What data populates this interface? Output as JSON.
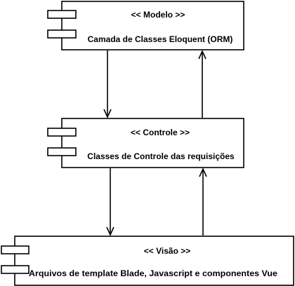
{
  "components": [
    {
      "id": "modelo",
      "stereotype": "<< Modelo >>",
      "description": "Camada de Classes Eloquent (ORM)"
    },
    {
      "id": "controle",
      "stereotype": "<< Controle >>",
      "description": "Classes de Controle das requisições"
    },
    {
      "id": "visao",
      "stereotype": "<< Visão >>",
      "description": "Arquivos de template Blade, Javascript e componentes Vue"
    }
  ],
  "connections": [
    {
      "from": "modelo",
      "to": "controle"
    },
    {
      "from": "controle",
      "to": "modelo"
    },
    {
      "from": "controle",
      "to": "visao"
    },
    {
      "from": "visao",
      "to": "controle"
    }
  ]
}
